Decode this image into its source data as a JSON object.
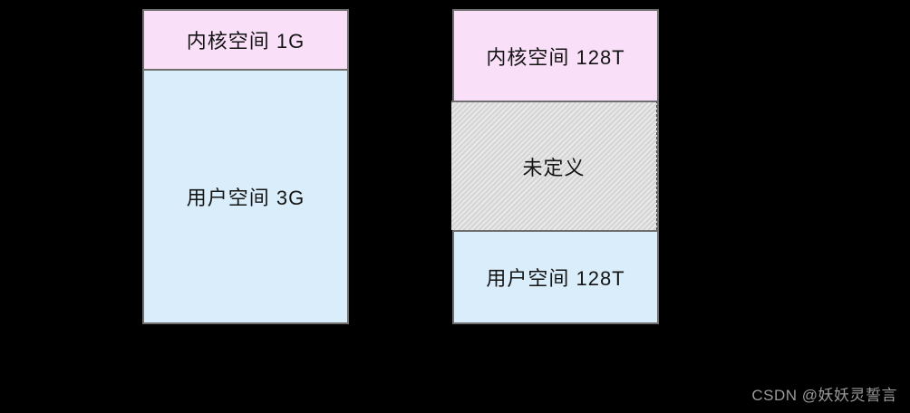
{
  "diagram": {
    "left_column": {
      "kernel": {
        "label": "内核空间 1G"
      },
      "user": {
        "label": "用户空间 3G"
      }
    },
    "right_column": {
      "kernel": {
        "label": "内核空间 128T"
      },
      "undefined": {
        "label": "未定义"
      },
      "user": {
        "label": "用户空间 128T"
      }
    }
  },
  "watermark": {
    "text": "CSDN @妖妖灵誓言"
  },
  "colors": {
    "background": "#000000",
    "kernel_fill": "#f9e0f8",
    "user_fill": "#d9edfa",
    "undefined_fill_base": "#d6d6d6",
    "undefined_hatch_line": "#ececec",
    "box_border": "#6f6f6f",
    "label_text": "#151515",
    "watermark_text": "#9a9a9a"
  }
}
